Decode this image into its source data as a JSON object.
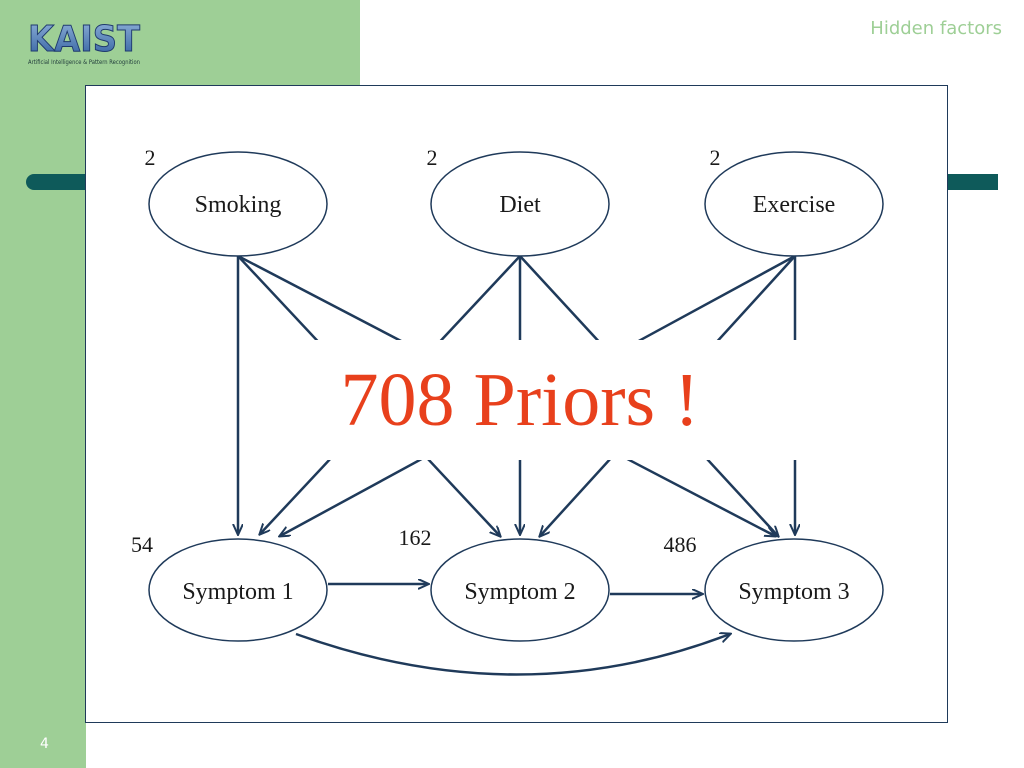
{
  "header": {
    "logo_text": "KAIST",
    "logo_subtitle": "Artificial Intelligence & Pattern Recognition",
    "title": "Hidden factors"
  },
  "footer": {
    "page_number": "4"
  },
  "colors": {
    "green": "#9ecf96",
    "navy": "#1f3a5a",
    "teal_bar": "#0e5a5a",
    "overlay_text": "#e8401c"
  },
  "diagram": {
    "factors": [
      {
        "label": "Smoking",
        "count": "2"
      },
      {
        "label": "Diet",
        "count": "2"
      },
      {
        "label": "Exercise",
        "count": "2"
      }
    ],
    "symptoms": [
      {
        "label": "Symptom 1",
        "count": "54"
      },
      {
        "label": "Symptom 2",
        "count": "162"
      },
      {
        "label": "Symptom 3",
        "count": "486"
      }
    ]
  },
  "overlay": {
    "text": "708 Priors !"
  }
}
